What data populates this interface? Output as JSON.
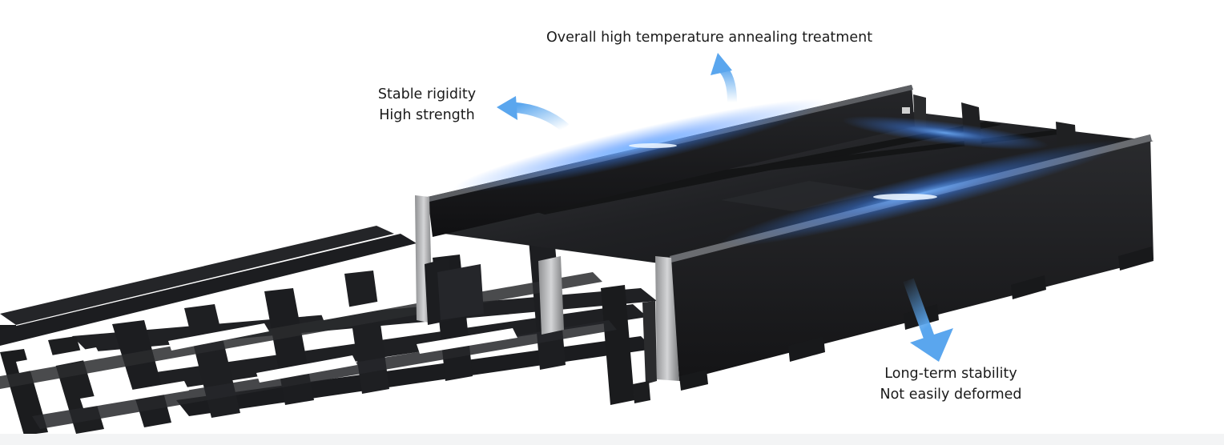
{
  "annotations": {
    "top": {
      "line1": "Overall high temperature annealing treatment"
    },
    "left": {
      "line1": "Stable rigidity",
      "line2": "High strength"
    },
    "bottom": {
      "line1": "Long-term stability",
      "line2": "Not easily deformed"
    }
  },
  "icons": {
    "top_arrow": "curved-arrow-up-icon",
    "left_arrow": "curved-arrow-left-icon",
    "bottom_arrow": "arrow-down-right-icon"
  },
  "colors": {
    "arrow_blue": "#5aa6ee",
    "glow_blue": "#2f7dff",
    "steel_dark": "#1e1f21",
    "text": "#1a1a1a"
  }
}
